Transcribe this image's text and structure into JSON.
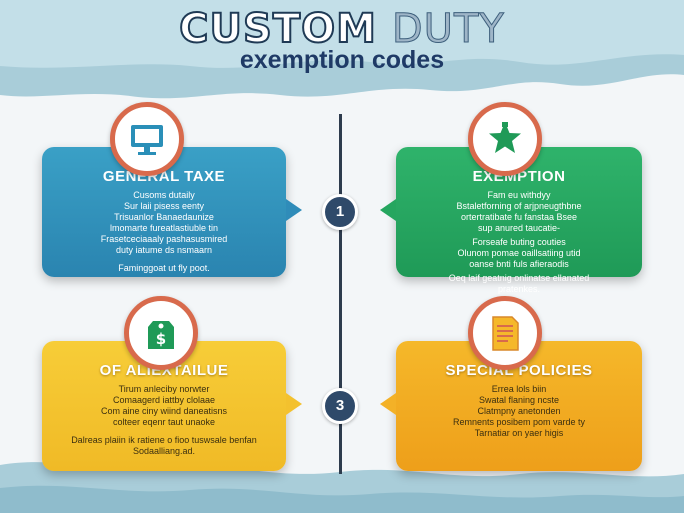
{
  "title": {
    "word1": "CUSTOM",
    "word2": "DUTY",
    "subtitle": "exemption codes"
  },
  "colors": {
    "teal": "#2f8fb8",
    "green": "#22a060",
    "yellow": "#f3c230",
    "gold": "#f1a71e",
    "navy": "#2f4a6a",
    "icon_ring": "#d86a4c"
  },
  "cards": [
    {
      "heading": "GENERAL TAXE",
      "icon": "monitor-icon",
      "lines": [
        "Cusoms dutaily",
        "Sur laii pisess eenty",
        "Trisuanlor Banaedaunize",
        "lmomarte fureatlastiuble tin",
        "Frasetceciaaaly pashasusmired",
        "duty iatume ds nsmaarn"
      ],
      "footer": "Faminggoat ut fly poot."
    },
    {
      "heading": "EXEMPTION",
      "icon": "star-badge-icon",
      "lines": [
        "Fam eu withdyy",
        "Bstaletforning of arjpneugthbne",
        "ortertratibate fu fanstaa Bsee",
        "sup anured taucatie-"
      ],
      "lines2": [
        "Forseafe buting couties",
        "Olunom pomae oaillsatiing utid",
        "oanse bnti fuls afieraodis"
      ],
      "footer": "Oeq laif geatnig onlinatse ellanated pratenkes."
    },
    {
      "heading": "OF ALIEXTAILUE",
      "icon": "price-tag-icon",
      "lines": [
        "Tirum anleciby norwter",
        "Comaagerd iattby clolaae",
        "Com aine ciny wiind daneatisns",
        "colteer eqenr taut unaoke"
      ],
      "footer": "Dalreas plaiin ik ratiene o fioo tuswsale benfan Sodaalliang.ad."
    },
    {
      "heading": "SPECIAL POLICIES",
      "icon": "document-icon",
      "lines": [
        "Errea lols biin",
        "Swatal flaning ncste",
        "Clatmpny anetonden",
        "Remnents posibem pom varde ty",
        "Tarnatiar on yaer higis"
      ],
      "footer": ""
    }
  ],
  "markers": [
    "1",
    "3"
  ]
}
